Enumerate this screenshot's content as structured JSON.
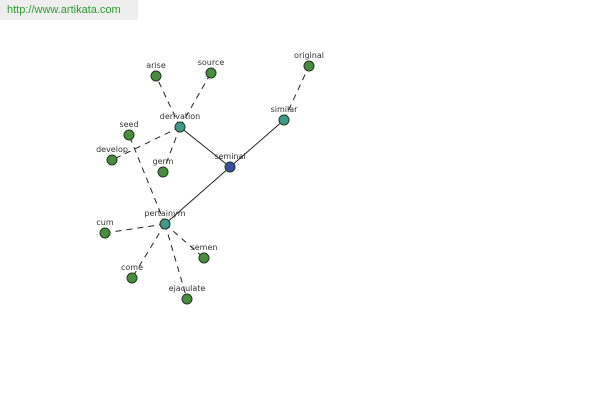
{
  "header": {
    "url": "http://www.artikata.com"
  },
  "colors": {
    "center": "#3a4fa0",
    "hub": "#3f9a8c",
    "leaf": "#4a8c3f"
  },
  "graph": {
    "nodes": [
      {
        "id": "seminal",
        "label": "seminal",
        "kind": "center"
      },
      {
        "id": "derivation",
        "label": "derivation",
        "kind": "hub"
      },
      {
        "id": "pertainym",
        "label": "pertainym",
        "kind": "hub"
      },
      {
        "id": "similar",
        "label": "similar",
        "kind": "hub"
      },
      {
        "id": "original",
        "label": "original",
        "kind": "leaf"
      },
      {
        "id": "arise",
        "label": "arise",
        "kind": "leaf"
      },
      {
        "id": "source",
        "label": "source",
        "kind": "leaf"
      },
      {
        "id": "seed",
        "label": "seed",
        "kind": "leaf"
      },
      {
        "id": "develop",
        "label": "develop",
        "kind": "leaf"
      },
      {
        "id": "germ",
        "label": "germ",
        "kind": "leaf"
      },
      {
        "id": "cum",
        "label": "cum",
        "kind": "leaf"
      },
      {
        "id": "come",
        "label": "come",
        "kind": "leaf"
      },
      {
        "id": "ejaculate",
        "label": "ejaculate",
        "kind": "leaf"
      },
      {
        "id": "semen",
        "label": "semen",
        "kind": "leaf"
      }
    ],
    "edges": [
      {
        "from": "seminal",
        "to": "derivation",
        "style": "solid"
      },
      {
        "from": "seminal",
        "to": "pertainym",
        "style": "solid"
      },
      {
        "from": "seminal",
        "to": "similar",
        "style": "solid"
      },
      {
        "from": "similar",
        "to": "original",
        "style": "dashed"
      },
      {
        "from": "derivation",
        "to": "arise",
        "style": "dashed"
      },
      {
        "from": "derivation",
        "to": "source",
        "style": "dashed"
      },
      {
        "from": "derivation",
        "to": "develop",
        "style": "dashed"
      },
      {
        "from": "derivation",
        "to": "germ",
        "style": "dashed"
      },
      {
        "from": "pertainym",
        "to": "seed",
        "style": "dashed"
      },
      {
        "from": "pertainym",
        "to": "cum",
        "style": "dashed"
      },
      {
        "from": "pertainym",
        "to": "come",
        "style": "dashed"
      },
      {
        "from": "pertainym",
        "to": "ejaculate",
        "style": "dashed"
      },
      {
        "from": "pertainym",
        "to": "semen",
        "style": "dashed"
      }
    ]
  }
}
